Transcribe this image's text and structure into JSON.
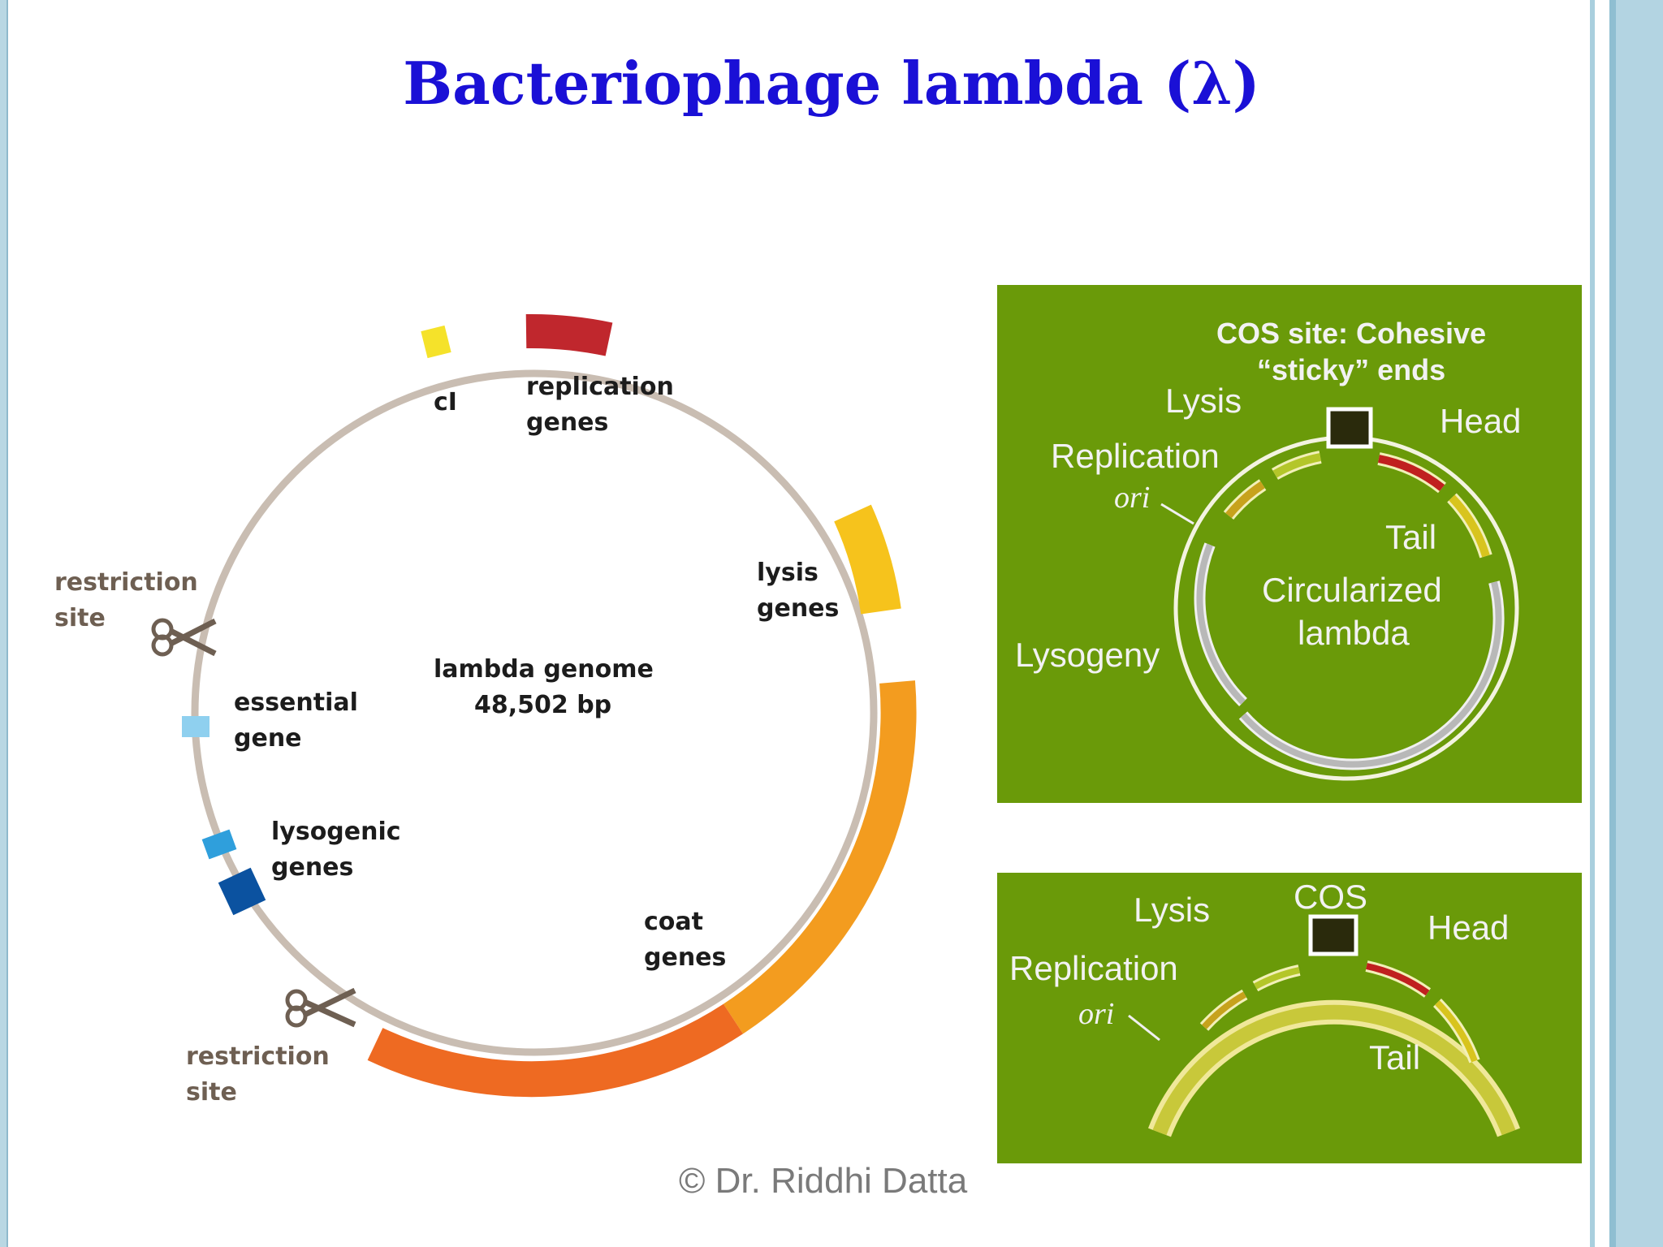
{
  "title": "Bacteriophage lambda (λ)",
  "left_diagram": {
    "center_label_1": "lambda genome",
    "center_label_2": "48,502 bp",
    "cI": "cI",
    "replication": [
      "replication",
      "genes"
    ],
    "lysis": [
      "lysis",
      "genes"
    ],
    "coat": [
      "coat",
      "genes"
    ],
    "essential": [
      "essential",
      "gene"
    ],
    "lysogenic": [
      "lysogenic",
      "genes"
    ],
    "restriction_top": [
      "restriction",
      "site"
    ],
    "restriction_bottom": [
      "restriction",
      "site"
    ],
    "colors": {
      "backbone": "#c9bdb2",
      "cI": "#f5e22a",
      "replication": "#c0272d",
      "lysis": "#f6c31c",
      "coat_light": "#f39c1f",
      "coat_dark": "#ee6a22",
      "essential": "#8fd0ef",
      "lysogenic_light": "#2f9fdc",
      "lysogenic_dark": "#0b52a0"
    }
  },
  "panel_top": {
    "cos_line1": "COS site: Cohesive",
    "cos_line2": "“sticky” ends",
    "lysis": "Lysis",
    "head": "Head",
    "replication": "Replication",
    "ori": "ori",
    "tail": "Tail",
    "center_line1": "Circularized",
    "center_line2": "lambda",
    "lysogeny": "Lysogeny",
    "background": "#6a9a09"
  },
  "panel_bottom": {
    "cos": "COS",
    "lysis": "Lysis",
    "head": "Head",
    "replication": "Replication",
    "ori": "ori",
    "tail": "Tail"
  },
  "credit": "© Dr. Riddhi Datta"
}
